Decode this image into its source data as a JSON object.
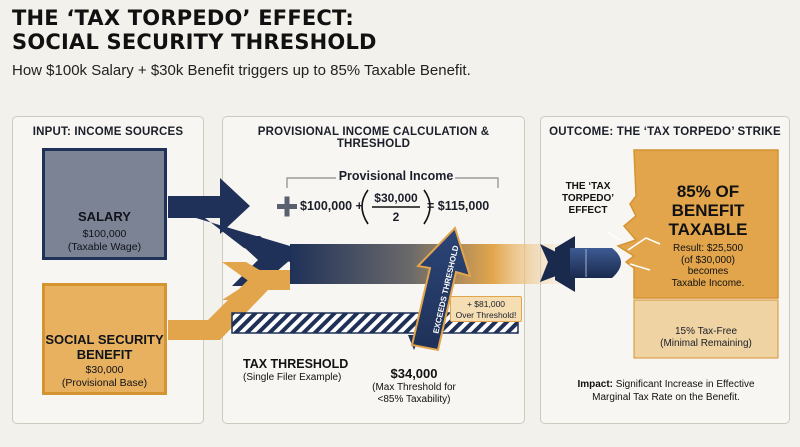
{
  "header": {
    "title_line1": "THE ‘TAX TORPEDO’ EFFECT:",
    "title_line2": "SOCIAL SECURITY THRESHOLD",
    "subtitle": "How $100k Salary + $30k Benefit triggers up to 85% Taxable Benefit."
  },
  "input_panel": {
    "title": "INPUT: INCOME SOURCES",
    "salary": {
      "name": "SALARY",
      "amount": "$100,000",
      "note": "(Taxable Wage)",
      "icon": "coin-stack-icon"
    },
    "social_security": {
      "name_line1": "SOCIAL SECURITY",
      "name_line2": "BENEFIT",
      "amount": "$30,000",
      "note": "(Provisional Base)",
      "icon": "linked-rings-icon"
    }
  },
  "calc_panel": {
    "title": "PROVISIONAL INCOME CALCULATION & THRESHOLD",
    "formula_title": "Provisional Income",
    "plus_sign": "+",
    "term1": "$100,000 +",
    "numerator": "$30,000",
    "denominator": "2",
    "result": "= $115,000",
    "arrow_label": "EXCEEDS THRESHOLD",
    "over_line1": "+ $81,000",
    "over_line2": "Over Threshold!",
    "threshold_title": "TAX THRESHOLD",
    "threshold_note": "(Single Filer Example)",
    "threshold_amount": "$34,000",
    "threshold_sub1": "(Max Threshold for",
    "threshold_sub2": "<85% Taxability)"
  },
  "outcome_panel": {
    "title": "OUTCOME: THE ‘TAX TORPEDO’ STRIKE",
    "torpedo_line1": "THE ‘TAX",
    "torpedo_line2": "TORPEDO’",
    "torpedo_line3": "EFFECT",
    "pct_line1": "85% OF",
    "pct_line2": "BENEFIT",
    "pct_line3": "TAXABLE",
    "result_line1": "Result: $25,500",
    "result_line2": "(of $30,000)",
    "result_line3": "becomes",
    "result_line4": "Taxable Income.",
    "taxfree_line1": "15% Tax-Free",
    "taxfree_line2": "(Minimal Remaining)",
    "impact_bold": "Impact:",
    "impact_line1": " Significant Increase in Effective",
    "impact_line2": "Marginal Tax Rate on the Benefit."
  },
  "colors": {
    "navy": "#1f3158",
    "gold": "#e2a54c",
    "slate": "#7b8394",
    "background": "#f3f1ec"
  }
}
